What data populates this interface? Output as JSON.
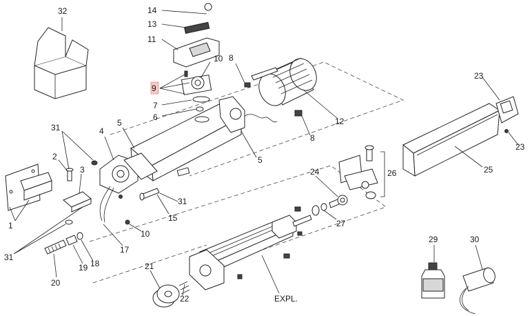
{
  "labels": {
    "l1": "1",
    "l2": "2",
    "l3": "3",
    "l4": "4",
    "l5a": "5",
    "l5b": "5",
    "l6": "6",
    "l7": "7",
    "l8a": "8",
    "l8b": "8",
    "l9": "9",
    "l10a": "10",
    "l10b": "10",
    "l11": "11",
    "l12": "12",
    "l13": "13",
    "l14": "14",
    "l15": "15",
    "l17": "17",
    "l18": "18",
    "l19": "19",
    "l20": "20",
    "l21": "21",
    "l22": "22",
    "l23a": "23",
    "l23b": "23",
    "l24": "24",
    "l25": "25",
    "l26": "26",
    "l27": "27",
    "l29": "29",
    "l30": "30",
    "l31a": "31",
    "l31b": "31",
    "l31c": "31",
    "l32": "32",
    "expl": "EXPL."
  },
  "highlight": {
    "part": "9",
    "color": "#f6c9c9"
  }
}
